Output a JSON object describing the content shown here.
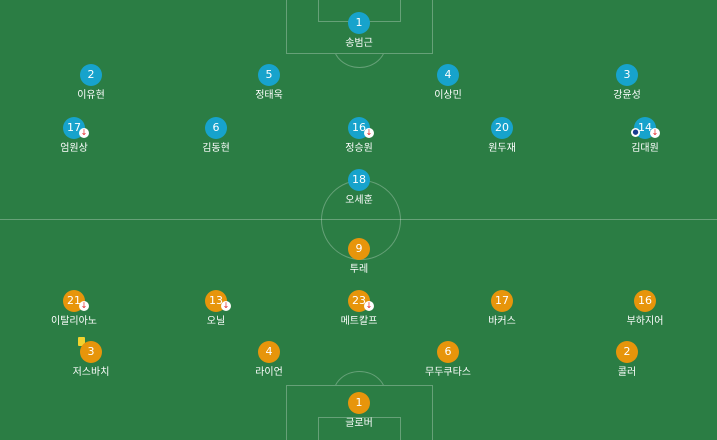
{
  "colors": {
    "pitch": "#2b7d44",
    "home": "#17a3cc",
    "away": "#e7950b"
  },
  "home": {
    "players": [
      {
        "number": "1",
        "name": "송범근"
      },
      {
        "number": "2",
        "name": "이유현"
      },
      {
        "number": "5",
        "name": "정태욱"
      },
      {
        "number": "4",
        "name": "이상민"
      },
      {
        "number": "3",
        "name": "강윤성"
      },
      {
        "number": "17",
        "name": "엄원상",
        "subbed_off": true
      },
      {
        "number": "6",
        "name": "김동현"
      },
      {
        "number": "16",
        "name": "정승원",
        "subbed_off": true
      },
      {
        "number": "20",
        "name": "원두재"
      },
      {
        "number": "14",
        "name": "김대원",
        "subbed_off": true,
        "goal": true
      },
      {
        "number": "18",
        "name": "오세훈"
      }
    ]
  },
  "away": {
    "players": [
      {
        "number": "9",
        "name": "투레"
      },
      {
        "number": "21",
        "name": "이탈리아노",
        "subbed_off": true
      },
      {
        "number": "13",
        "name": "오닐",
        "subbed_off": true
      },
      {
        "number": "23",
        "name": "메트칼프",
        "subbed_off": true
      },
      {
        "number": "17",
        "name": "바커스"
      },
      {
        "number": "16",
        "name": "부하지어"
      },
      {
        "number": "3",
        "name": "저스바치",
        "yellow_card": true
      },
      {
        "number": "4",
        "name": "라이언"
      },
      {
        "number": "6",
        "name": "무두쿠타스"
      },
      {
        "number": "2",
        "name": "콜러"
      },
      {
        "number": "1",
        "name": "글로버"
      }
    ]
  },
  "icons": {
    "sub_off": "sub-off-arrow-icon",
    "goal": "soccer-ball-icon",
    "yellow_card": "yellow-card-icon"
  }
}
